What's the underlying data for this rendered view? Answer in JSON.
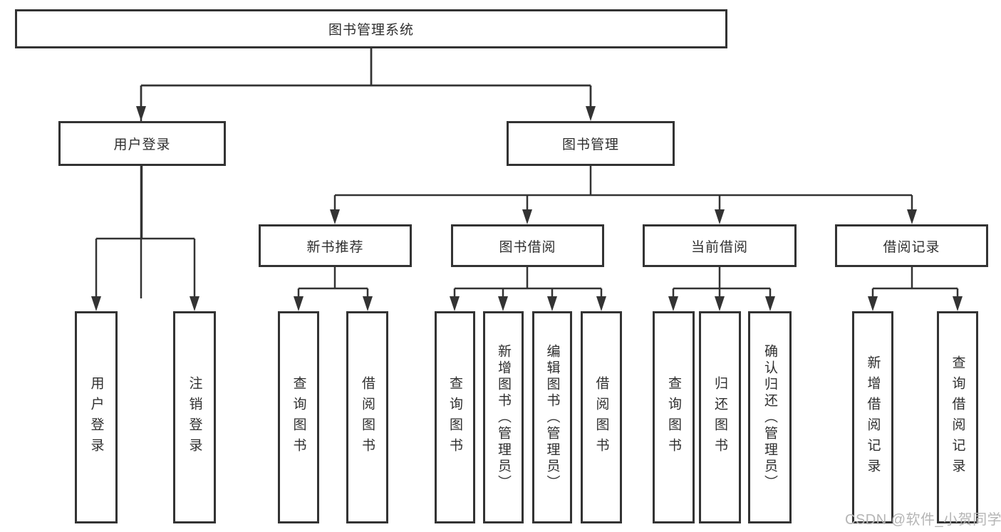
{
  "diagram": {
    "root": {
      "label": "图书管理系统"
    },
    "level2": [
      {
        "label": "用户登录"
      },
      {
        "label": "图书管理"
      }
    ],
    "level3": [
      {
        "label": "新书推荐"
      },
      {
        "label": "图书借阅"
      },
      {
        "label": "当前借阅"
      },
      {
        "label": "借阅记录"
      }
    ],
    "leaves": [
      {
        "label": "用户登录"
      },
      {
        "label": "注销登录"
      },
      {
        "label": "查询图书"
      },
      {
        "label": "借阅图书"
      },
      {
        "label": "查询图书"
      },
      {
        "label": "新增图书（管理员）"
      },
      {
        "label": "编辑图书（管理员）"
      },
      {
        "label": "借阅图书"
      },
      {
        "label": "查询图书"
      },
      {
        "label": "归还图书"
      },
      {
        "label": "确认归还（管理员）"
      },
      {
        "label": "新增借阅记录"
      },
      {
        "label": "查询借阅记录"
      }
    ],
    "watermark": "CSDN @软件_小贺同学",
    "colors": {
      "line": "#333333",
      "text": "#2f2f2f",
      "watermark": "#b5b5b5",
      "background": "#ffffff"
    }
  }
}
